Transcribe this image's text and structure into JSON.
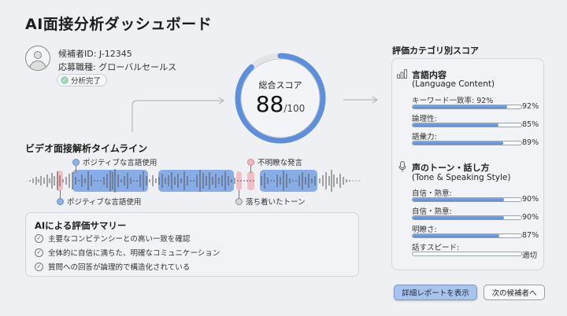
{
  "header": {
    "title": "AI面接分析ダッシュボード"
  },
  "candidate": {
    "id_label": "候補者ID: J-12345",
    "position_label": "応募職種: グローバルセールス",
    "status_badge": "分析完了"
  },
  "overall_score": {
    "label": "総合スコア",
    "value": "88",
    "max": "/100",
    "percent": 88
  },
  "timeline": {
    "title": "ビデオ面接解析タイムライン",
    "annotations": [
      {
        "label": "ポジティブな言語使用",
        "type": "positive",
        "position": "top"
      },
      {
        "label": "ポジティブな言語使用",
        "type": "positive",
        "position": "bottom"
      },
      {
        "label": "不明瞭な発言",
        "type": "unclear",
        "position": "top"
      },
      {
        "label": "落ち着いたトーン",
        "type": "calm",
        "position": "bottom"
      }
    ]
  },
  "summary": {
    "title": "AIによる評価サマリー",
    "items": [
      "主要なコンピテンシーとの高い一致を確認",
      "全体的に自信に満ちた、明確なコミュニケーション",
      "質問への回答が論理的で構造化されている"
    ]
  },
  "category_scores": {
    "title": "評価カテゴリ別スコア",
    "language": {
      "title": "言語内容",
      "subtitle": "(Language Content)",
      "metrics": [
        {
          "label": "キーワード一致率: 92%",
          "value": "92%",
          "percent": 92
        },
        {
          "label": "論理性:",
          "value": "85%",
          "percent": 85
        },
        {
          "label": "語彙力:",
          "value": "89%",
          "percent": 89
        }
      ]
    },
    "tone": {
      "title": "声のトーン・話し方",
      "subtitle": "(Tone & Speaking Style)",
      "metrics": [
        {
          "label": "自信・熱意:",
          "value": "90%",
          "percent": 90
        },
        {
          "label": "自信・熱意:",
          "value": "90%",
          "percent": 90
        },
        {
          "label": "明瞭さ:",
          "value": "87%",
          "percent": 87
        },
        {
          "label": "話すスピード:",
          "value": "適切",
          "percent": 0
        }
      ]
    }
  },
  "actions": {
    "primary_label": "詳細レポートを表示",
    "secondary_label": "次の候補者へ"
  },
  "colors": {
    "accent": "#5c8bd6",
    "highlight_blue": "#6496e1",
    "highlight_pink": "#f0aab4",
    "background": "#eef0f4"
  }
}
